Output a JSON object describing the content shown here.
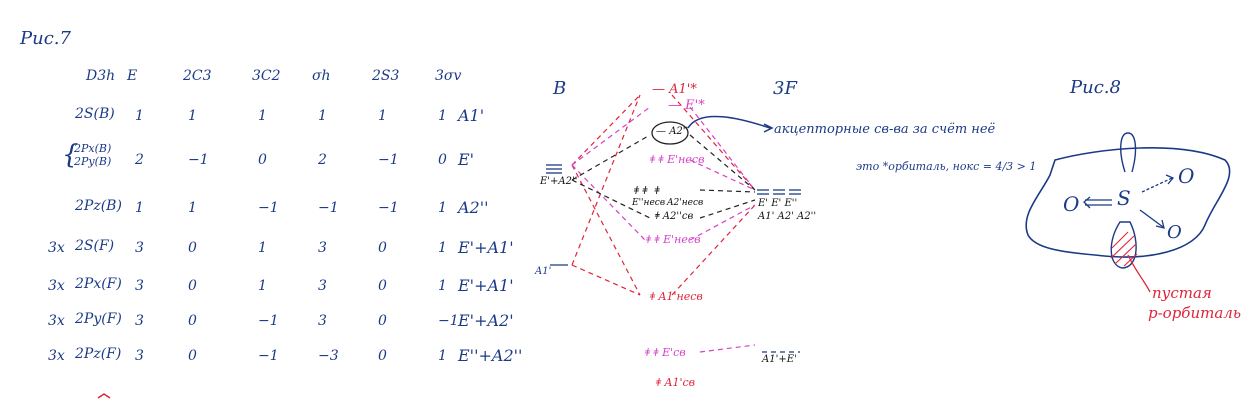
{
  "fig7_label": "Рис.7",
  "fig8_label": "Рис.8",
  "table": {
    "header": [
      "D3h",
      "E",
      "2C3",
      "3C2",
      "σh",
      "2S3",
      "3σv"
    ],
    "rows": [
      {
        "mult": "",
        "label": "2S(B)",
        "vals": [
          "1",
          "1",
          "1",
          "1",
          "1",
          "1"
        ],
        "irrep": "A1'"
      },
      {
        "mult": "",
        "label": "2Px(B)\n2Py(B)",
        "vals": [
          "2",
          "−1",
          "0",
          "2",
          "−1",
          "0"
        ],
        "irrep": "E'"
      },
      {
        "mult": "",
        "label": "2Pz(B)",
        "vals": [
          "1",
          "1",
          "−1",
          "−1",
          "−1",
          "1"
        ],
        "irrep": "A2''"
      },
      {
        "mult": "3x",
        "label": "2S(F)",
        "vals": [
          "3",
          "0",
          "1",
          "3",
          "0",
          "1"
        ],
        "irrep": "E'+A1'"
      },
      {
        "mult": "3x",
        "label": "2Px(F)",
        "vals": [
          "3",
          "0",
          "1",
          "3",
          "0",
          "1"
        ],
        "irrep": "E'+A1'"
      },
      {
        "mult": "3x",
        "label": "2Py(F)",
        "vals": [
          "3",
          "0",
          "−1",
          "3",
          "0",
          "−1"
        ],
        "irrep": "E'+A2'"
      },
      {
        "mult": "3x",
        "label": "2Pz(F)",
        "vals": [
          "3",
          "0",
          "−1",
          "−3",
          "0",
          "1"
        ],
        "irrep": "E''+A2''"
      }
    ]
  },
  "mo": {
    "left_label": "B",
    "right_label": "3F",
    "left_levels": [
      "E'+A2''",
      "A1'"
    ],
    "right_levels": [
      "E' E' E''",
      "A1' A2' A2''"
    ],
    "levels": {
      "a1_star": "A1'*",
      "e_star": "E'*",
      "a2_pp": "A2''",
      "e_nonbond": "E'несв",
      "e_nb_black": "E''несв",
      "a2_nb_black": "A2'несв",
      "a2_bond": "A2''св",
      "e_nonbond2": "E'несв",
      "a1_nonbond": "A1'несв",
      "e_bond": "E'св",
      "a1_bond": "A1'св",
      "bottom_right": "A1'+E'"
    },
    "annotation": "акцепторные св-ва за счёт неё",
    "note": "это *орбиталь, нокс = 4/3 > 1"
  },
  "fig8": {
    "center": "S",
    "left": "O",
    "right_up": "O",
    "right_down": "O",
    "label_line1": "пустая",
    "label_line2": "p-орбиталь"
  },
  "colors": {
    "ink_blue": "#1b3a86",
    "red": "#e0243a",
    "pink": "#d93fc7",
    "black": "#111111"
  }
}
